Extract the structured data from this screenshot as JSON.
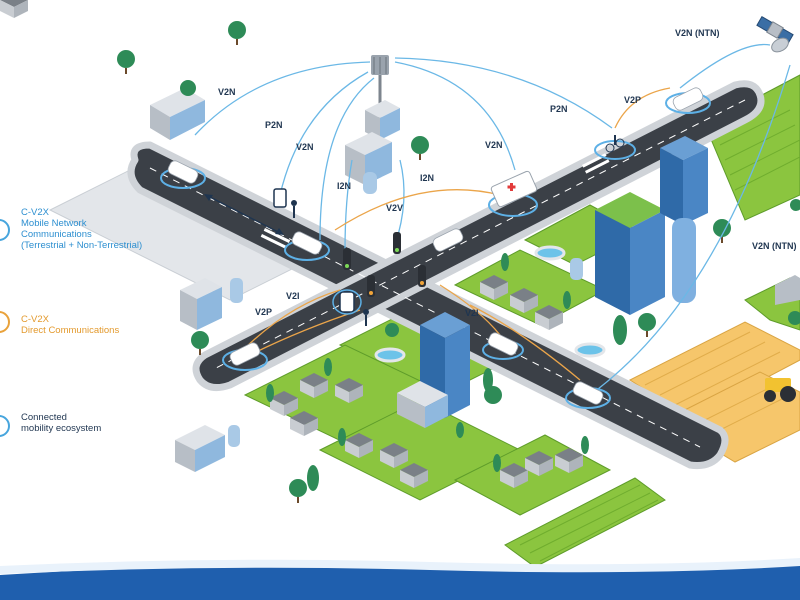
{
  "legend": [
    {
      "text": "C-V2X\nMobile Network\nCommunications\n(Terrestrial + Non-Terrestrial)",
      "color": "#47a5dd"
    },
    {
      "text": "C-V2X\nDirect Communications",
      "color": "#e9a23b"
    },
    {
      "text": "Connected\nmobility ecosystem",
      "color": "#47a5dd"
    }
  ],
  "link_labels": {
    "v2n_left": "V2N",
    "p2n": "P2N",
    "v2n_mid": "V2N",
    "i2n_left": "I2N",
    "i2n_right": "I2N",
    "v2n_right": "V2N",
    "p2n_right": "P2N",
    "v2p_top": "V2P",
    "v2n_ntn_top": "V2N (NTN)",
    "v2n_ntn_right": "V2N (NTN)",
    "v2v": "V2V",
    "v2i_left": "V2I",
    "v2p_left": "V2P",
    "v2i_right": "V2I"
  },
  "colors": {
    "network_link": "#6bb8e6",
    "direct_link": "#eba54a",
    "bottom_bar": "#1f5fae"
  },
  "icons": [
    "cell-tower-icon",
    "satellite-icon",
    "traffic-light-icon",
    "pedestrian-icon",
    "cyclist-icon",
    "smartphone-icon",
    "ambulance-icon",
    "tractor-icon"
  ]
}
